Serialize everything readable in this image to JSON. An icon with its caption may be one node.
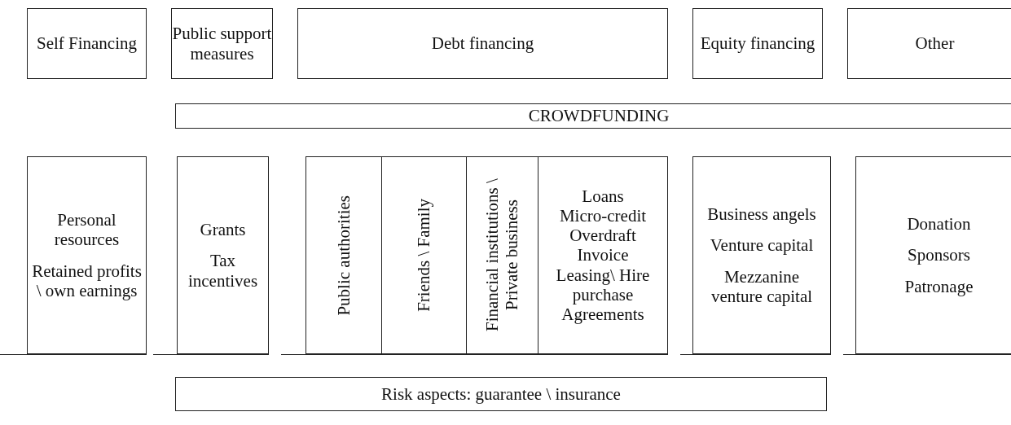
{
  "diagram": {
    "nodes": [
      {
        "text": [
          "Self Financing"
        ]
      },
      {
        "text": [
          "Public support measures"
        ]
      },
      {
        "text": [
          "Debt financing"
        ]
      },
      {
        "text": [
          "Equity financing"
        ]
      },
      {
        "text": [
          "Other"
        ]
      },
      {
        "text": [
          "CROWDFUNDING"
        ]
      },
      {
        "text": [
          "Personal resources",
          "Retained profits \\ own earnings"
        ]
      },
      {
        "text": [
          "Grants",
          "Tax incentives"
        ]
      },
      {
        "text": [
          "Public authorities"
        ]
      },
      {
        "text": [
          "Friends \\ Family"
        ]
      },
      {
        "text": [
          "Financial institutions \\ Private business"
        ]
      },
      {
        "text": [
          "Loans",
          "Micro-credit",
          "Overdraft",
          "Invoice",
          "Leasing\\ Hire purchase Agreements"
        ]
      },
      {
        "text": [
          "Business angels",
          "Venture capital",
          "Mezzanine venture capital"
        ]
      },
      {
        "text": [
          "Donation",
          "Sponsors",
          "Patronage"
        ]
      },
      {
        "text": [
          "Risk aspects: guarantee \\ insurance"
        ]
      }
    ],
    "edges": []
  }
}
